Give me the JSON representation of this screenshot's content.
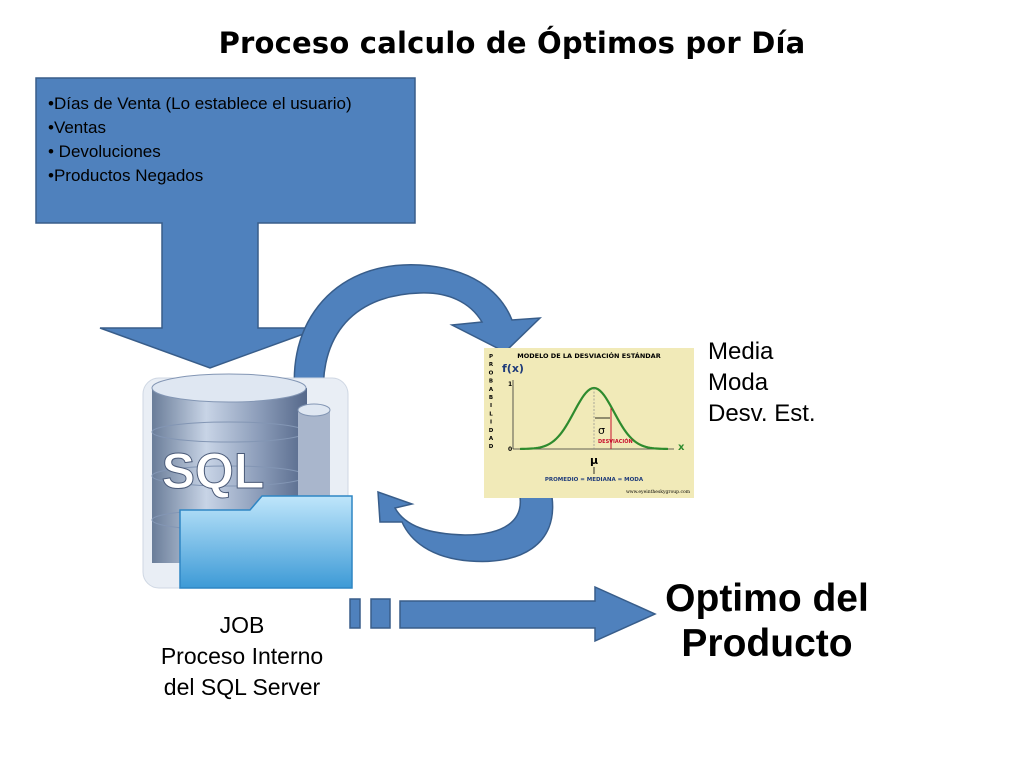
{
  "slide": {
    "title": "Proceso calculo de Óptimos por Día"
  },
  "input_box": {
    "items": [
      "•Días de Venta (Lo establece el usuario)",
      "•Ventas",
      "• Devoluciones",
      "•Productos Negados"
    ]
  },
  "sql_icon": {
    "text": "SQL"
  },
  "job": {
    "lines": [
      "JOB",
      "Proceso Interno",
      "del SQL Server"
    ]
  },
  "stats": {
    "items": [
      "Media",
      "Moda",
      "Desv. Est."
    ]
  },
  "distribution_chart": {
    "title": "MODELO DE LA DESVIACIÓN ESTÁNDAR",
    "y_label_letters": [
      "P",
      "R",
      "O",
      "B",
      "A",
      "B",
      "I",
      "L",
      "I",
      "D",
      "A",
      "D"
    ],
    "y_axis_symbol": "f(x)",
    "y_tick_top": "1",
    "y_tick_bottom": "0",
    "x_axis_symbol": "x",
    "sigma": "σ",
    "deviation_label": "DESVIACIÓN",
    "mu": "μ",
    "caption": "PROMEDIO = MEDIANA = MODA",
    "credit": "www.eyeintheskygroup.com"
  },
  "result": {
    "lines": [
      "Optimo del",
      "Producto"
    ]
  },
  "colors": {
    "arrow_fill": "#4f81bd",
    "arrow_stroke": "#385d8a",
    "chart_bg": "#f1eab8",
    "curve": "#2e8b2e",
    "sigma_line": "#c8102e"
  }
}
